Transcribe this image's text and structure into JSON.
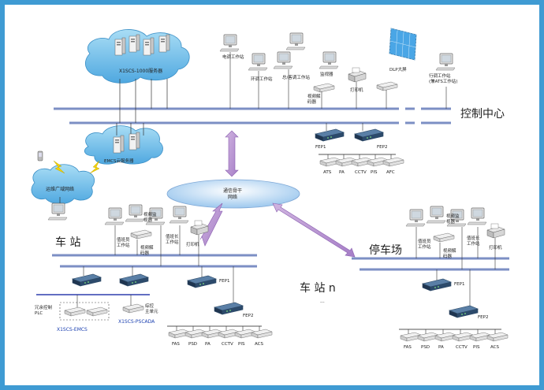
{
  "regions": {
    "control_center": "控制中心",
    "station": "车 站",
    "depot": "停车场",
    "station_n": "车 站 n",
    "ellipsis": "..."
  },
  "backbone": "通信骨干\n网络",
  "cloud_servers": "X1SCS-1000服务器",
  "cloud_ems": "EMCS云服务器",
  "wan": "运维广域网络",
  "cc_devices": {
    "dispatch_ws": "电调工作站",
    "env_ws": "环调工作站",
    "general_ws": "总/客调工作站",
    "monitor": "监视器",
    "decoder": "视频解\n码器",
    "printer": "打印机",
    "dlp": "DLP大屏",
    "dispatch_ats": "行调工作站\n(兼ATS工作站)"
  },
  "fep": {
    "fep1": "FEP1",
    "fep2": "FEP2"
  },
  "cc_subsystems": [
    "ATS",
    "PA",
    "CCTV",
    "PIS",
    "AFC"
  ],
  "station_devices": {
    "duty_ws": "值班员\n工作站",
    "video_monitor": "视频监\n视器",
    "chief_ws": "值班长\n工作站",
    "decoder": "视频解\n码器",
    "printer": "打印机"
  },
  "station_subsystems": [
    "FAS",
    "PSD",
    "PA",
    "CCTV",
    "PIS",
    "ACS"
  ],
  "station_plc": "冗余控制\nPLC",
  "station_emcs": "X1SCS-EMCS",
  "station_integrated": "综控\n主单元",
  "station_pscada": "X1SCS-PSCADA",
  "depot_subsystems": [
    "FAS",
    "PSD",
    "PA",
    "CCTV",
    "PIS",
    "ACS"
  ]
}
